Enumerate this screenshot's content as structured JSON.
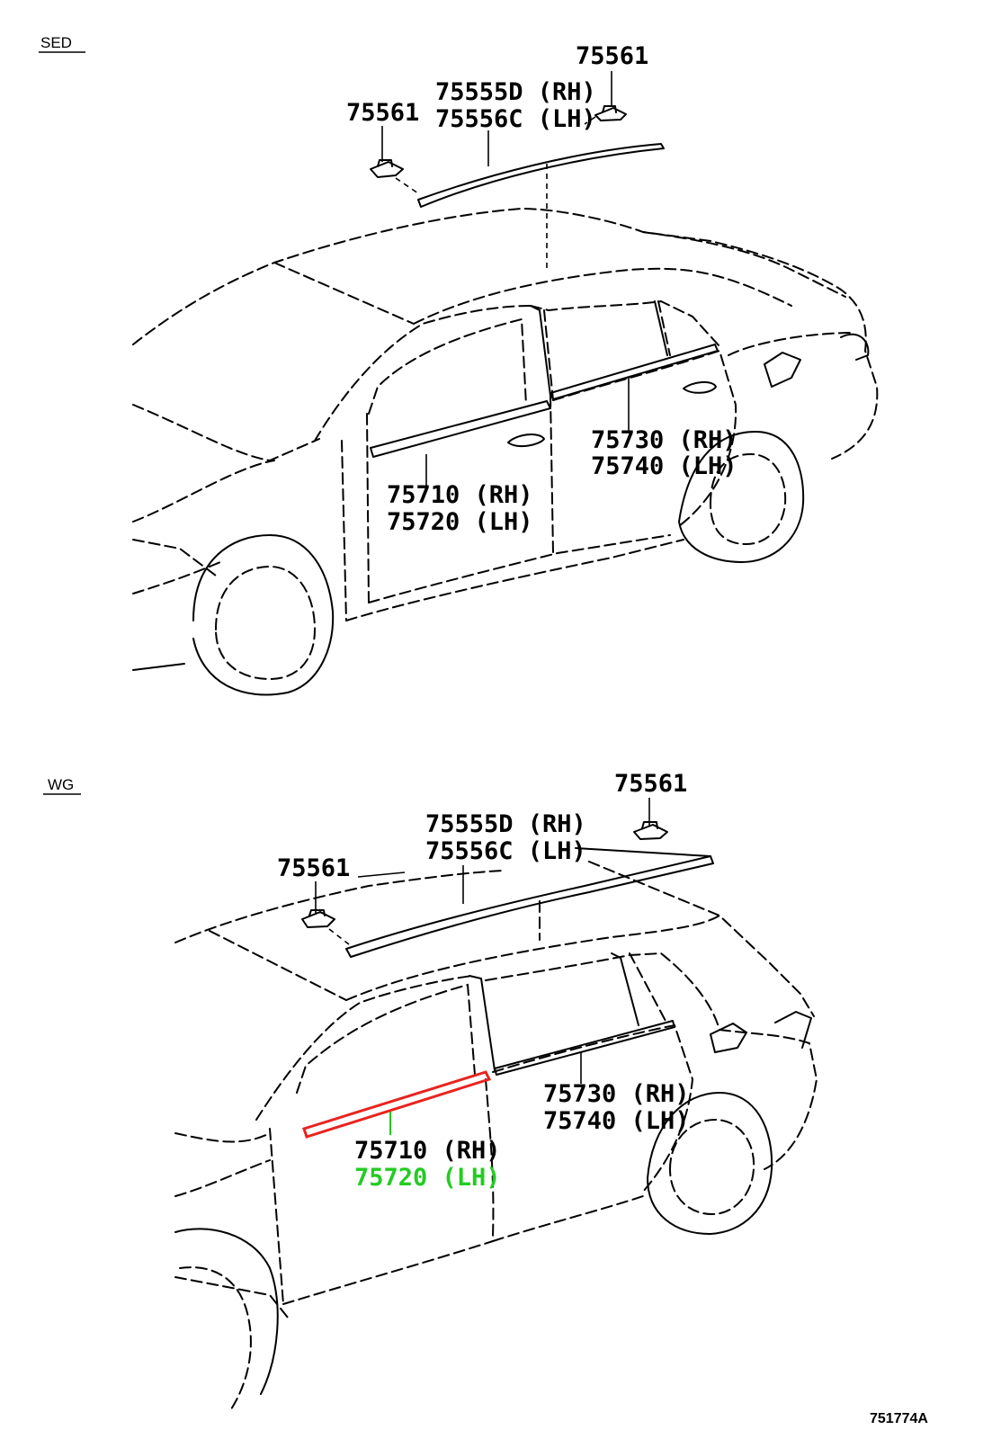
{
  "sections": {
    "sedan": {
      "label": "SED",
      "callouts": {
        "clip_right": "75561",
        "clip_left": "75561",
        "roof_rh": "75555D (RH)",
        "roof_lh": "75556C (LH)",
        "front_rh": "75710 (RH)",
        "front_lh": "75720 (LH)",
        "rear_rh": "75730 (RH)",
        "rear_lh": "75740 (LH)"
      }
    },
    "wagon": {
      "label": "WG",
      "callouts": {
        "clip_right": "75561",
        "clip_left": "75561",
        "roof_rh": "75555D (RH)",
        "roof_lh": "75556C (LH)",
        "front_rh": "75710 (RH)",
        "front_lh": "75720 (LH)",
        "rear_rh": "75730 (RH)",
        "rear_lh": "75740 (LH)"
      },
      "highlight": {
        "part": "75720 (LH)",
        "outline_color": "#e8231e",
        "text_color": "#22cc22"
      }
    }
  },
  "figure_id": "751774A"
}
